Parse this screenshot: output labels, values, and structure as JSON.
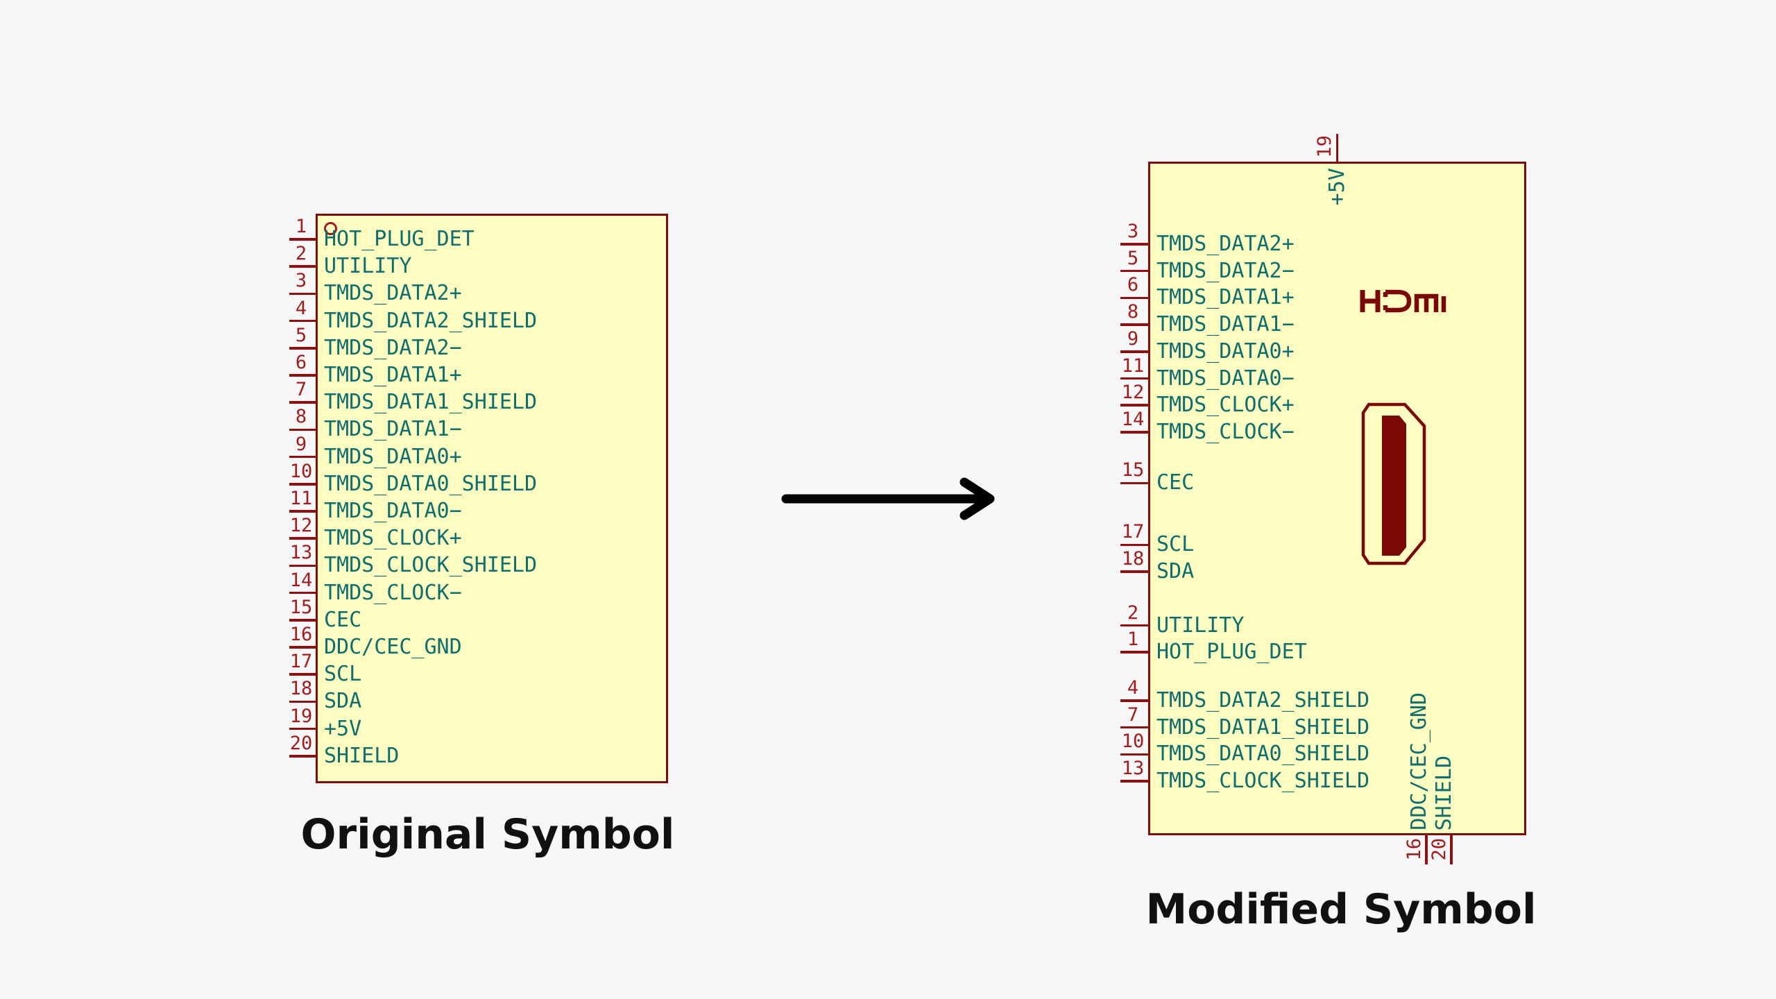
{
  "titles": {
    "original": "Original Symbol",
    "modified": "Modified Symbol"
  },
  "colors": {
    "background": "#f7f7f8",
    "symbol_fill": "#fdfdc2",
    "symbol_border": "#7e0c0c",
    "pin_line": "#8e1010",
    "pin_number": "#a11c1c",
    "pin_name": "#0e6e6e",
    "logo": "#7c0707",
    "arrow": "#000000",
    "title_text": "#111111"
  },
  "original_symbol": {
    "pins_left": [
      {
        "number": "1",
        "name": "HOT_PLUG_DET"
      },
      {
        "number": "2",
        "name": "UTILITY"
      },
      {
        "number": "3",
        "name": "TMDS_DATA2+"
      },
      {
        "number": "4",
        "name": "TMDS_DATA2_SHIELD"
      },
      {
        "number": "5",
        "name": "TMDS_DATA2−"
      },
      {
        "number": "6",
        "name": "TMDS_DATA1+"
      },
      {
        "number": "7",
        "name": "TMDS_DATA1_SHIELD"
      },
      {
        "number": "8",
        "name": "TMDS_DATA1−"
      },
      {
        "number": "9",
        "name": "TMDS_DATA0+"
      },
      {
        "number": "10",
        "name": "TMDS_DATA0_SHIELD"
      },
      {
        "number": "11",
        "name": "TMDS_DATA0−"
      },
      {
        "number": "12",
        "name": "TMDS_CLOCK+"
      },
      {
        "number": "13",
        "name": "TMDS_CLOCK_SHIELD"
      },
      {
        "number": "14",
        "name": "TMDS_CLOCK−"
      },
      {
        "number": "15",
        "name": "CEC"
      },
      {
        "number": "16",
        "name": "DDC/CEC_GND"
      },
      {
        "number": "17",
        "name": "SCL"
      },
      {
        "number": "18",
        "name": "SDA"
      },
      {
        "number": "19",
        "name": "+5V"
      },
      {
        "number": "20",
        "name": "SHIELD"
      }
    ]
  },
  "modified_symbol": {
    "pins_left": [
      {
        "number": "3",
        "name": "TMDS_DATA2+",
        "row": 0
      },
      {
        "number": "5",
        "name": "TMDS_DATA2−",
        "row": 1
      },
      {
        "number": "6",
        "name": "TMDS_DATA1+",
        "row": 2
      },
      {
        "number": "8",
        "name": "TMDS_DATA1−",
        "row": 3
      },
      {
        "number": "9",
        "name": "TMDS_DATA0+",
        "row": 4
      },
      {
        "number": "11",
        "name": "TMDS_DATA0−",
        "row": 5
      },
      {
        "number": "12",
        "name": "TMDS_CLOCK+",
        "row": 6
      },
      {
        "number": "14",
        "name": "TMDS_CLOCK−",
        "row": 7
      },
      {
        "number": "15",
        "name": "CEC",
        "row": 8.9
      },
      {
        "number": "17",
        "name": "SCL",
        "row": 11.2
      },
      {
        "number": "18",
        "name": "SDA",
        "row": 12.2
      },
      {
        "number": "2",
        "name": "UTILITY",
        "row": 14.2
      },
      {
        "number": "1",
        "name": "HOT_PLUG_DET",
        "row": 15.2
      },
      {
        "number": "4",
        "name": "TMDS_DATA2_SHIELD",
        "row": 17
      },
      {
        "number": "7",
        "name": "TMDS_DATA1_SHIELD",
        "row": 18
      },
      {
        "number": "10",
        "name": "TMDS_DATA0_SHIELD",
        "row": 19
      },
      {
        "number": "13",
        "name": "TMDS_CLOCK_SHIELD",
        "row": 20
      }
    ],
    "pin_top": {
      "number": "19",
      "name": "+5V"
    },
    "pins_bottom": [
      {
        "number": "16",
        "name": "DDC/CEC_GND"
      },
      {
        "number": "20",
        "name": "SHIELD"
      }
    ],
    "logo_text": "HDMI"
  }
}
